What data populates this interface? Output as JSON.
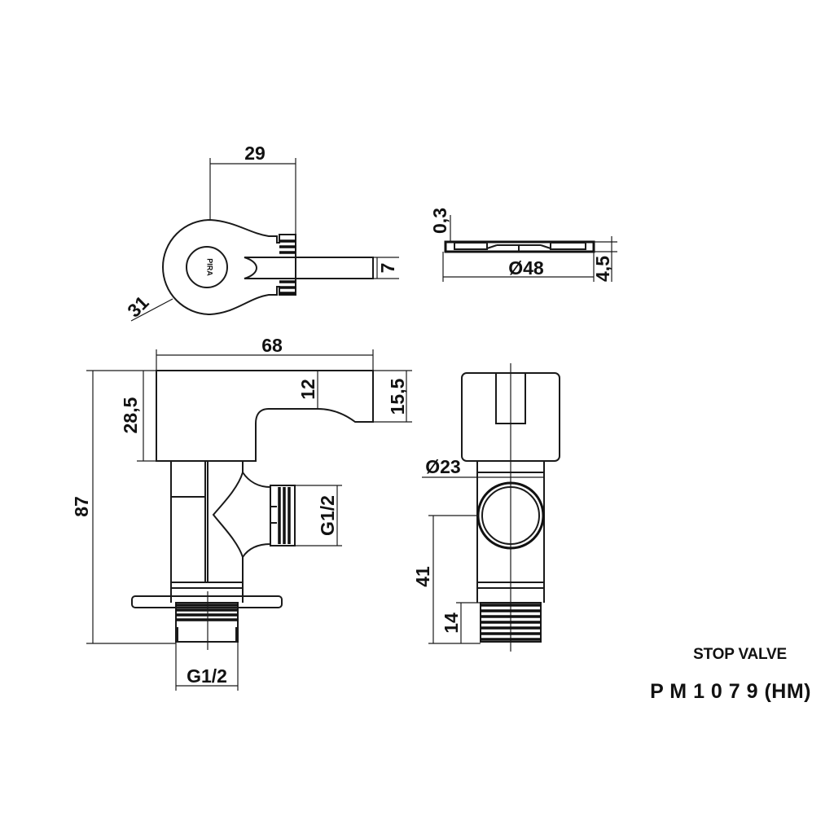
{
  "title_block": {
    "product_name": "STOP VALVE",
    "model_code": "P M 1 0 7 9 (HM)"
  },
  "logo_text": "PIRA",
  "dimensions": {
    "top_handle_width": "29",
    "top_flange": "31",
    "top_lever_thickness": "7",
    "flange_thickness": "0,3",
    "flange_diameter": "Ø48",
    "flange_height": "4,5",
    "overall_length": "68",
    "lever_drop": "12",
    "lever_height": "15,5",
    "head_height": "28,5",
    "overall_height": "87",
    "side_outlet_thread": "G1/2",
    "bottom_thread": "G1/2",
    "body_diameter": "Ø23",
    "outlet_center_height": "41",
    "bottom_thread_length": "14"
  }
}
